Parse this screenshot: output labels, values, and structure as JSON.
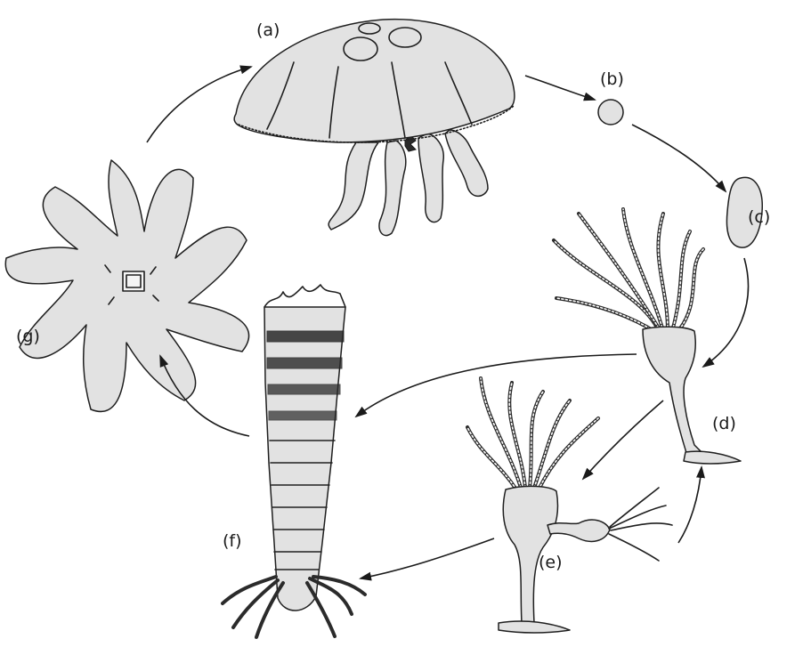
{
  "diagram": {
    "stages": [
      {
        "key": "a",
        "label": "(a)"
      },
      {
        "key": "b",
        "label": "(b)"
      },
      {
        "key": "c",
        "label": "(c)"
      },
      {
        "key": "d",
        "label": "(d)"
      },
      {
        "key": "e",
        "label": "(e)"
      },
      {
        "key": "f",
        "label": "(f)"
      },
      {
        "key": "g",
        "label": "(g)"
      }
    ],
    "colors": {
      "ink": "#1f1f1f",
      "stipple": "#e2e2e2",
      "background": "#ffffff"
    }
  }
}
